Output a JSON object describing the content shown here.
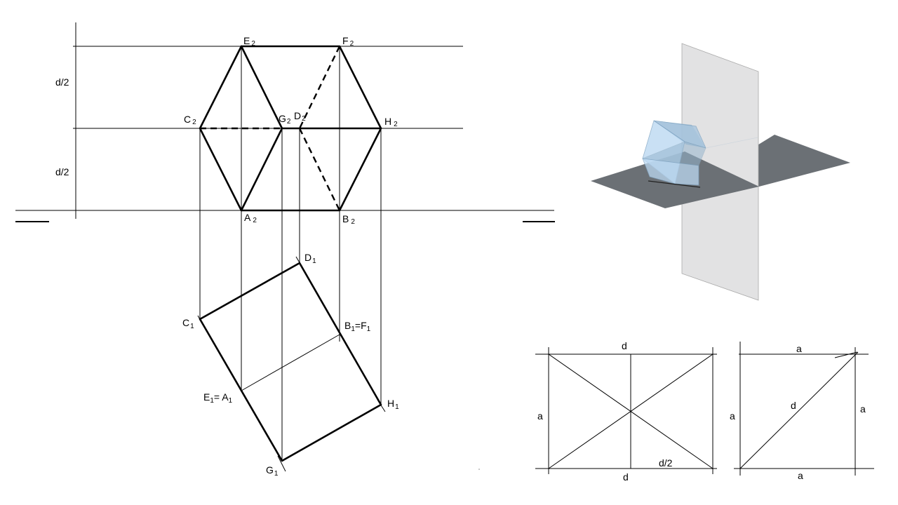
{
  "projection_labels": {
    "E2": {
      "main": "E",
      "sub": "2"
    },
    "F2": {
      "main": "F",
      "sub": "2"
    },
    "C2": {
      "main": "C",
      "sub": "2"
    },
    "G2": {
      "main": "G",
      "sub": "2"
    },
    "D2": {
      "main": "D",
      "sub": "2"
    },
    "H2": {
      "main": "H",
      "sub": "2"
    },
    "A2": {
      "main": "A",
      "sub": "2"
    },
    "B2": {
      "main": "B",
      "sub": "2"
    },
    "D1": {
      "main": "D",
      "sub": "1"
    },
    "C1": {
      "main": "C",
      "sub": "1"
    },
    "B1F1": {
      "p1": "B",
      "s1": "1",
      "eq": "=F",
      "s2": "1"
    },
    "E1A1": {
      "p1": "E",
      "s1": "1",
      "eq": "= A",
      "s2": "1"
    },
    "H1": {
      "main": "H",
      "sub": "1"
    },
    "G1": {
      "main": "G",
      "sub": "1"
    }
  },
  "dimension_labels": {
    "upper_half": "d/2",
    "lower_half": "d/2"
  },
  "square_diagram": {
    "top": "d",
    "left": "a",
    "bottom": "d",
    "bottom_half": "d/2"
  },
  "triangle_diagram": {
    "top": "a",
    "left": "a",
    "right": "a",
    "bottom": "a",
    "diagonal": "d"
  },
  "colors": {
    "plane": "#6b7075",
    "vertical_plane": "#e2e2e3",
    "cube_light": "#bcd9f2",
    "cube_top": "#a9c6df",
    "cube_side": "#96b6cf"
  }
}
